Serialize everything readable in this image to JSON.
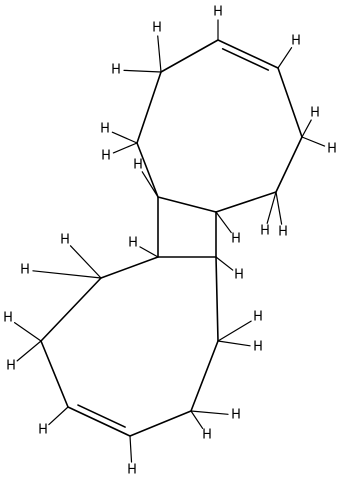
{
  "molecule": {
    "hydrogen_symbol": "H",
    "colors": {
      "bond": "#000000",
      "label": "#000000",
      "background": "#ffffff"
    },
    "atoms": [
      {
        "id": "C1"
      },
      {
        "id": "C2"
      },
      {
        "id": "C3"
      },
      {
        "id": "C4"
      },
      {
        "id": "C5"
      },
      {
        "id": "C6"
      },
      {
        "id": "C7"
      },
      {
        "id": "C8"
      },
      {
        "id": "C9"
      },
      {
        "id": "C10"
      },
      {
        "id": "C11"
      },
      {
        "id": "C12"
      },
      {
        "id": "C13"
      },
      {
        "id": "C14"
      },
      {
        "id": "C15"
      },
      {
        "id": "C16"
      }
    ],
    "bonds": [
      {
        "a": "C1",
        "b": "C2",
        "order": 1
      },
      {
        "a": "C2",
        "b": "C3",
        "order": 1
      },
      {
        "a": "C3",
        "b": "C4",
        "order": 1
      },
      {
        "a": "C4",
        "b": "C5",
        "order": 2
      },
      {
        "a": "C5",
        "b": "C6",
        "order": 1
      },
      {
        "a": "C6",
        "b": "C7",
        "order": 1
      },
      {
        "a": "C7",
        "b": "C8",
        "order": 1
      },
      {
        "a": "C8",
        "b": "C1",
        "order": 1
      },
      {
        "a": "C1",
        "b": "C9",
        "order": 1
      },
      {
        "a": "C8",
        "b": "C10",
        "order": 1
      },
      {
        "a": "C9",
        "b": "C10",
        "order": 1
      },
      {
        "a": "C9",
        "b": "C11",
        "order": 1
      },
      {
        "a": "C11",
        "b": "C12",
        "order": 1
      },
      {
        "a": "C12",
        "b": "C13",
        "order": 1
      },
      {
        "a": "C13",
        "b": "C14",
        "order": 2
      },
      {
        "a": "C14",
        "b": "C15",
        "order": 1
      },
      {
        "a": "C15",
        "b": "C16",
        "order": 1
      },
      {
        "a": "C16",
        "b": "C10",
        "order": 1
      }
    ]
  }
}
